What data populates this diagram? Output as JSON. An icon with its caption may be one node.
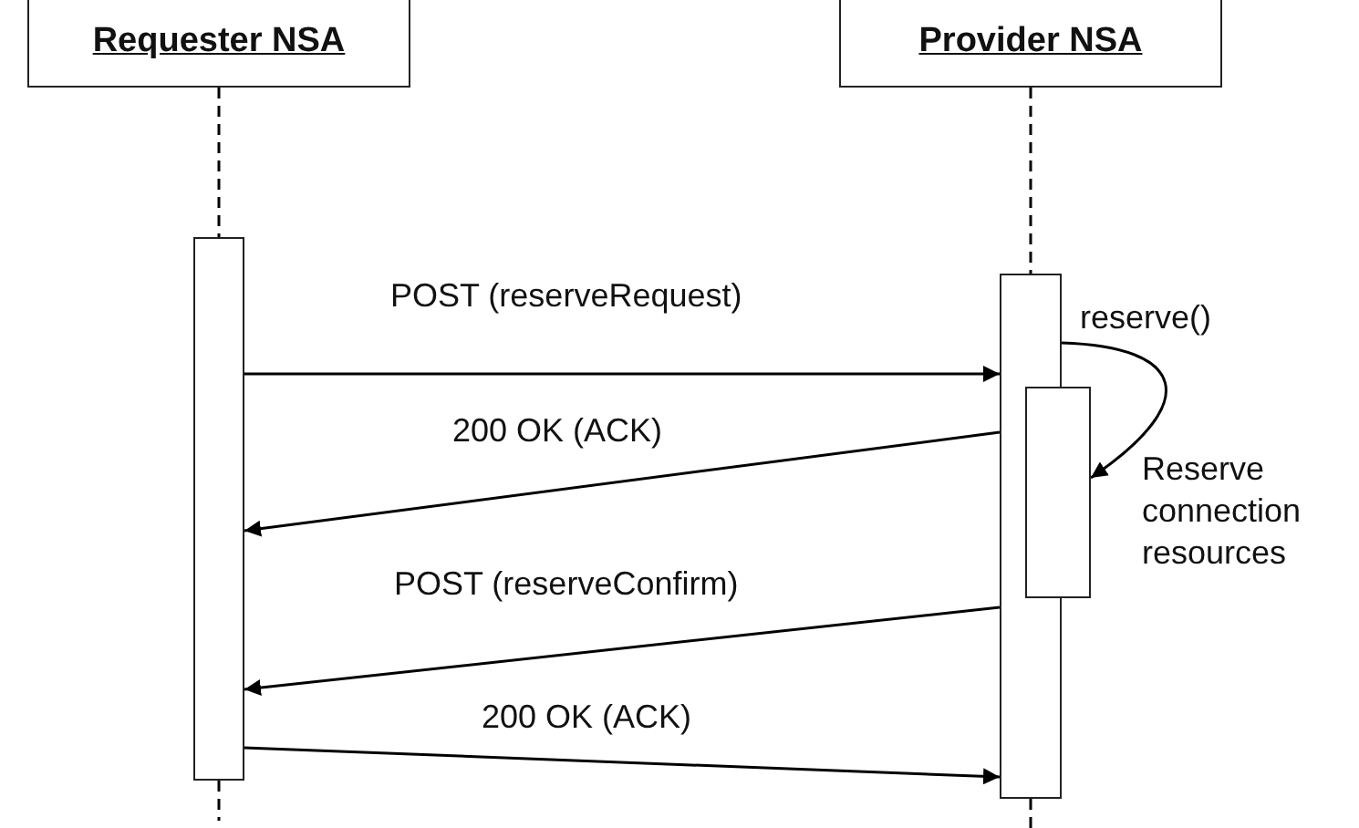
{
  "diagram": {
    "nodes": [
      {
        "text": [
          "Requester NSA"
        ]
      },
      {
        "text": [
          "Provider NSA"
        ]
      },
      {
        "text": [],
        "shape": "bar"
      },
      {
        "text": [],
        "shape": "bar"
      },
      {
        "text": [],
        "shape": "bar",
        "beside": [
          "Reserve connection resources"
        ]
      }
    ],
    "edges": [
      {
        "from": 0,
        "to": 2,
        "arrow": "none",
        "style": "dashed"
      },
      {
        "from": 1,
        "to": 3,
        "arrow": "none",
        "style": "dashed"
      },
      {
        "from": 2,
        "to": null,
        "arrow": "none",
        "style": "dashed"
      },
      {
        "from": 3,
        "to": null,
        "arrow": "none",
        "style": "dashed"
      },
      {
        "from": 2,
        "to": 3,
        "arrow": "to",
        "label": "POST (reserveRequest)"
      },
      {
        "from": 3,
        "to": 2,
        "arrow": "to",
        "label": "200 OK (ACK)"
      },
      {
        "from": 3,
        "to": 4,
        "arrow": "to",
        "label": "reserve()"
      },
      {
        "from": 3,
        "to": 2,
        "arrow": "to",
        "label": "POST (reserveConfirm)"
      },
      {
        "from": 2,
        "to": 3,
        "arrow": "to",
        "label": "200 OK (ACK)"
      }
    ]
  }
}
